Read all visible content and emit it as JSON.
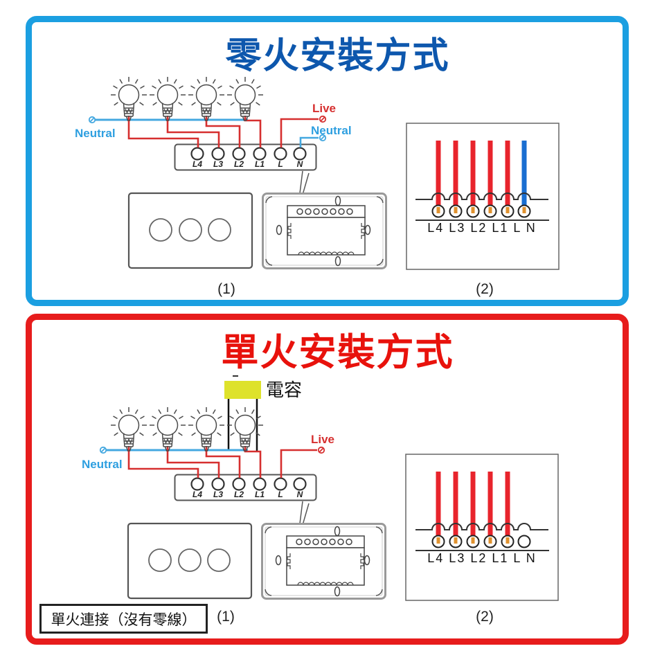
{
  "top_section": {
    "title": "零火安裝方式",
    "neutral_left": "Neutral",
    "live": "Live",
    "neutral_right": "Neutral",
    "caption1": "(1)",
    "caption2": "(2)"
  },
  "bottom_section": {
    "title": "單火安裝方式",
    "capacitor_label": "電容",
    "neutral_left": "Neutral",
    "live": "Live",
    "caption1": "(1)",
    "caption2": "(2)",
    "note": "單火連接（沒有零線）"
  },
  "shared": {
    "terminals": [
      "L4",
      "L3",
      "L2",
      "L1",
      "L",
      "N"
    ],
    "terminal_row": "L4 L3 L2 L1 L N"
  },
  "colors": {
    "top_border": "#1B9FE1",
    "bottom_border": "#E71C1C",
    "top_title": "#0D57AD",
    "bottom_title": "#E8120C",
    "neutral_wire": "#44A8E0",
    "live_wire": "#D62F2F",
    "panel_red_wire": "#E8242C",
    "panel_blue_wire": "#1A6ED1",
    "terminal_copper": "#E0922F",
    "capacitor_fill": "#DEE22B"
  }
}
